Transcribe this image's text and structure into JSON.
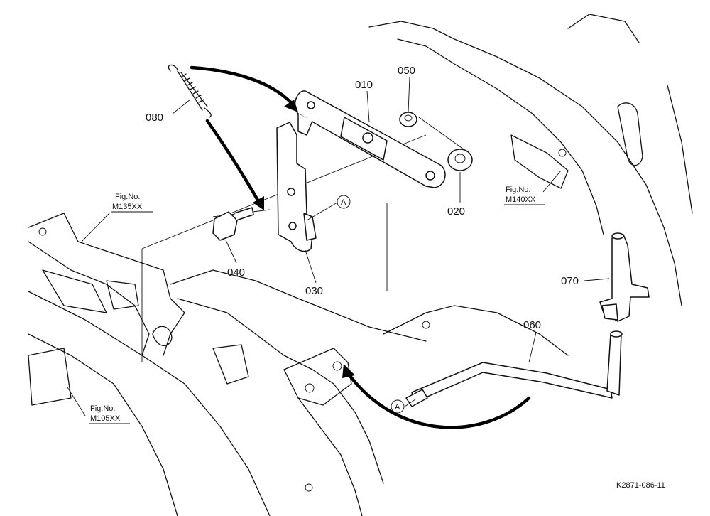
{
  "parts": [
    {
      "id": "010",
      "label": "010"
    },
    {
      "id": "020",
      "label": "020"
    },
    {
      "id": "030",
      "label": "030"
    },
    {
      "id": "040",
      "label": "040"
    },
    {
      "id": "050",
      "label": "050"
    },
    {
      "id": "060",
      "label": "060"
    },
    {
      "id": "070",
      "label": "070"
    },
    {
      "id": "080",
      "label": "080"
    }
  ],
  "figure_refs": [
    {
      "line1": "Fig.No.",
      "line2": "M135XX"
    },
    {
      "line1": "Fig.No.",
      "line2": "M140XX"
    },
    {
      "line1": "Fig.No.",
      "line2": "M105XX"
    }
  ],
  "markers": {
    "a": "A"
  },
  "drawing_code": "K2871-086-11"
}
